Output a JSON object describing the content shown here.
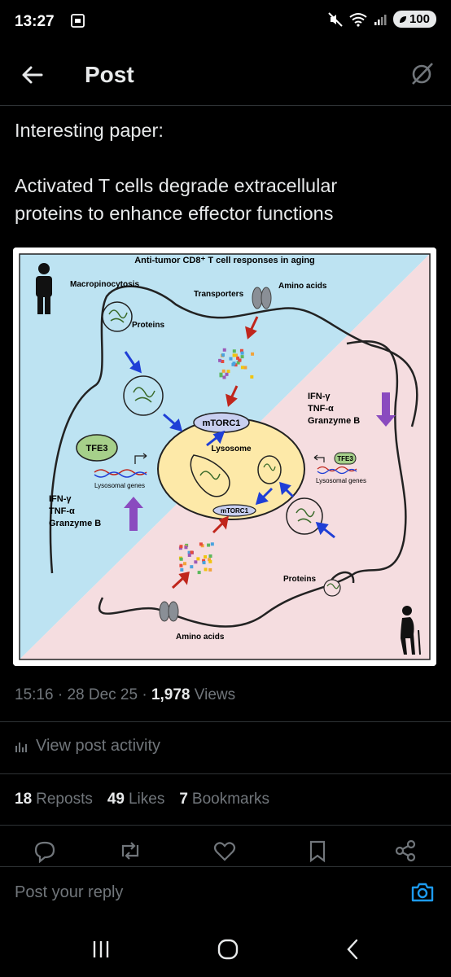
{
  "status_bar": {
    "time": "13:27",
    "battery": "100"
  },
  "header": {
    "title": "Post"
  },
  "post": {
    "line1": "Interesting paper:",
    "line2": "Activated T cells degrade extracellular",
    "line3": "proteins to enhance effector functions"
  },
  "figure": {
    "title": "Anti-tumor CD8⁺ T cell responses in aging",
    "macropinocytosis": "Macropinocytosis",
    "transporters": "Transporters",
    "amino_acids_top": "Amino acids",
    "proteins_top": "Proteins",
    "mtorc1_main": "mTORC1",
    "lysosome": "Lysosome",
    "tfe3_left": "TFE3",
    "lysosomal_genes_left": "Lysosomal genes",
    "tfe3_right": "TFE3",
    "lysosomal_genes_right": "Lysosomal genes",
    "mtorc1_small": "mTORC1",
    "ifn_left": "IFN-γ",
    "tnf_left": "TNF-α",
    "granzyme_left": "Granzyme B",
    "ifn_right": "IFN-γ",
    "tnf_right": "TNF-α",
    "granzyme_right": "Granzyme B",
    "proteins_bottom": "Proteins",
    "amino_acids_bottom": "Amino acids",
    "colors": {
      "young_bg": "#bde3f2",
      "old_bg": "#f5dde0",
      "lysosome": "#fde9a8",
      "arrow_blue": "#1f3fd6",
      "arrow_red": "#c0261c",
      "arrow_purple": "#8a4bbf"
    }
  },
  "meta": {
    "time": "15:16",
    "sep1": " · ",
    "date": "28 Dec 25",
    "sep2": " · ",
    "views_count": "1,978",
    "views_label": " Views"
  },
  "activity": {
    "label": "View post activity"
  },
  "stats": {
    "reposts_count": "18",
    "reposts_label": "Reposts",
    "likes_count": "49",
    "likes_label": "Likes",
    "bookmarks_count": "7",
    "bookmarks_label": "Bookmarks"
  },
  "reply": {
    "placeholder": "Post your reply"
  },
  "colors": {
    "accent": "#1d9bf0",
    "muted": "#71767b",
    "text": "#e7e9ea"
  }
}
